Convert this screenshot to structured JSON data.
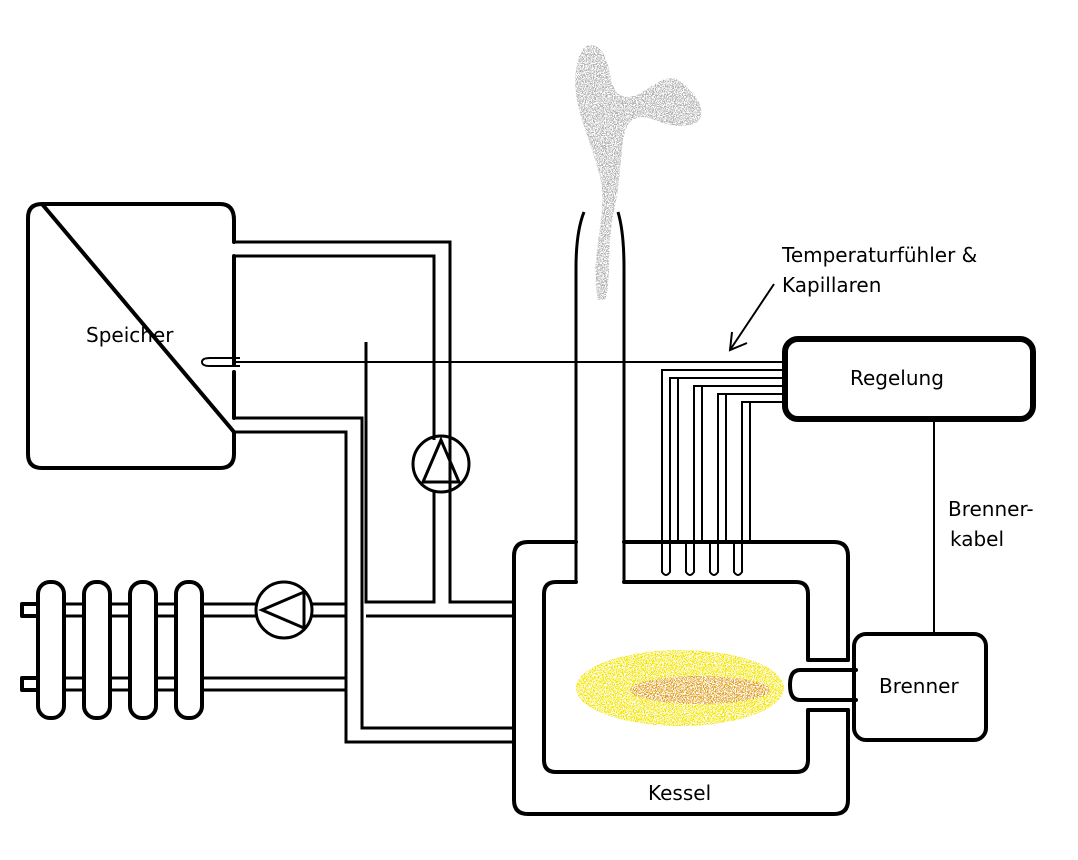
{
  "labels": {
    "storage": "Speicher",
    "control": "Regelung",
    "burner": "Brenner",
    "boiler": "Kessel",
    "sensor_line1": "Temperaturfühler &",
    "sensor_line2": "Kapillaren",
    "cable_line1": "Brenner-",
    "cable_line2": "kabel"
  },
  "colors": {
    "line": "#000000",
    "flame_outer": "#f5e600",
    "flame_inner": "#e0a020",
    "smoke": "#9a9a9a"
  },
  "icons": [
    "pump-icon",
    "radiator-icon",
    "flame-icon",
    "smoke-icon",
    "arrow-icon"
  ]
}
